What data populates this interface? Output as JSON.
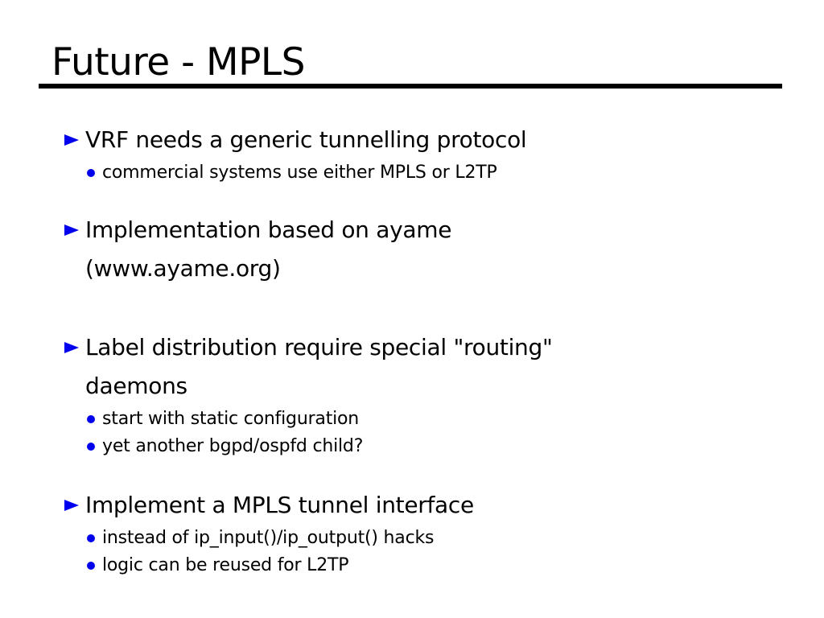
{
  "slide": {
    "title": "Future - MPLS",
    "colors": {
      "background": "#ffffff",
      "text": "#000000",
      "bullet_accent": "#0000ee",
      "title_rule": "#000000"
    },
    "icons": {
      "main_bullet": "triangle-right",
      "sub_bullet": "dot"
    },
    "bullets": [
      {
        "lines": [
          "VRF needs a generic tunnelling protocol"
        ],
        "sub_items": [
          "commercial systems use either MPLS or L2TP"
        ]
      },
      {
        "lines": [
          "Implementation based on ayame",
          "(www.ayame.org)"
        ],
        "sub_items": []
      },
      {
        "lines": [
          "Label distribution require special \"routing\"",
          "daemons"
        ],
        "sub_items": [
          "start with static configuration",
          "yet another bgpd/ospfd child?"
        ]
      },
      {
        "lines": [
          "Implement a MPLS tunnel interface"
        ],
        "sub_items": [
          "instead of ip_input()/ip_output() hacks",
          "logic can be reused for L2TP"
        ]
      }
    ]
  }
}
